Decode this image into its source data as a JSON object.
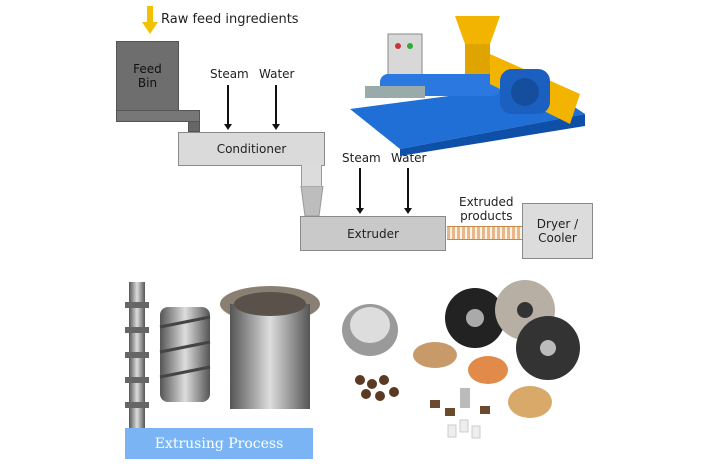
{
  "diagram": {
    "input_label": "Raw feed ingredients",
    "feed_bin": [
      "Feed",
      "Bin"
    ],
    "conditioner": "Conditioner",
    "conditioner_inputs": [
      "Steam",
      "Water"
    ],
    "extruder": "Extruder",
    "extruder_inputs": [
      "Steam",
      "Water"
    ],
    "output_label": [
      "Extruded",
      "products"
    ],
    "dryer": [
      "Dryer /",
      "Cooler"
    ]
  },
  "caption": "Extrusing Process",
  "colors": {
    "arrow_yellow": "#f2c200",
    "feed_bin": "#6e6e6e",
    "caption_bg": "#7ab4f5",
    "machine_blue": "#1f6fd6",
    "machine_yellow": "#f3b400"
  }
}
